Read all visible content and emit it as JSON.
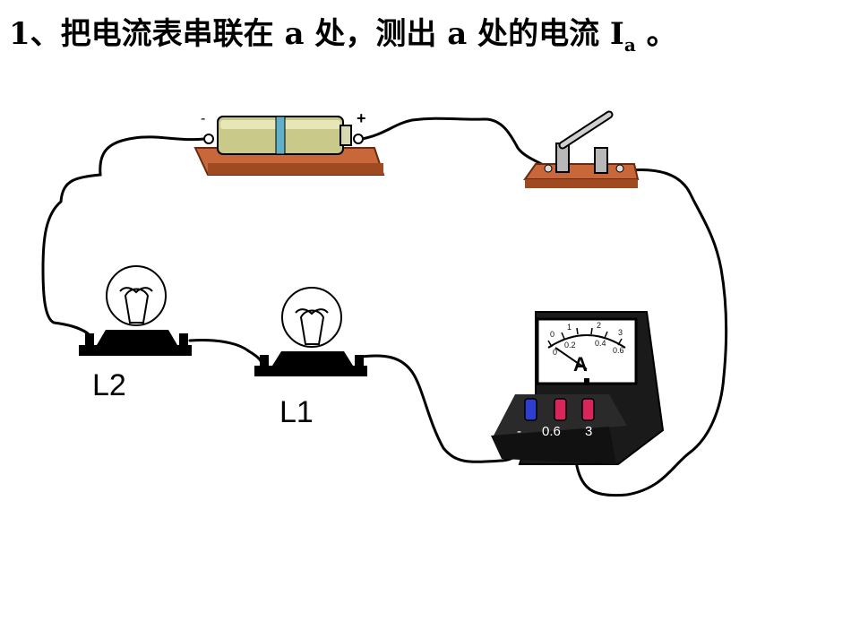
{
  "title": {
    "number": "1",
    "sep": "、",
    "text_before": "把电流表串联在 a 处，测出 a 处的电流 I",
    "subscript": "a",
    "text_after": " 。"
  },
  "lamps": [
    {
      "label": "L2"
    },
    {
      "label": "L1"
    }
  ],
  "battery": {
    "minus": "-",
    "plus": "+"
  },
  "ammeter": {
    "symbol": "A",
    "terminals": [
      "-",
      "0.6",
      "3"
    ],
    "scale_top": [
      "0",
      "1",
      "2",
      "3"
    ],
    "scale_bottom": [
      "0",
      "0.2",
      "0.4",
      "0.6"
    ]
  },
  "colors": {
    "wire": "#000000",
    "board": "#c8683a",
    "battery_body": "#c9c98a",
    "terminal_red": "#d9265a",
    "terminal_blue": "#2c3fd1"
  }
}
